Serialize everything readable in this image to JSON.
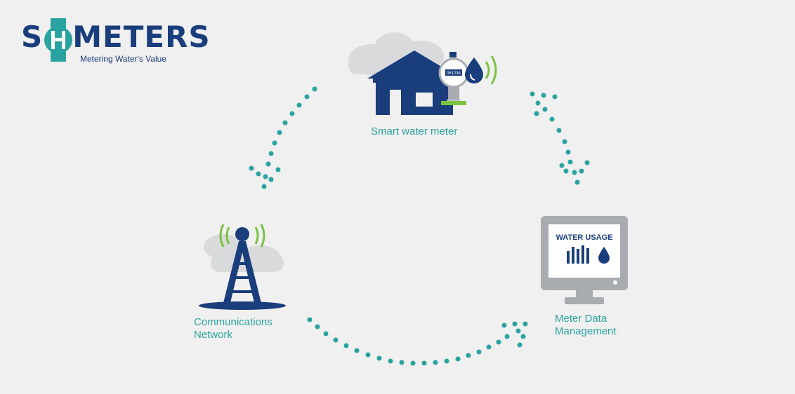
{
  "logo": {
    "letter_s": "S",
    "letter_h": "H",
    "brand_rest": "METERS",
    "tagline": "Metering Water's Value"
  },
  "nodes": {
    "meter": {
      "label": "Smart water meter",
      "meter_reading": "061234"
    },
    "mdm": {
      "label_line1": "Meter Data",
      "label_line2": "Management",
      "screen_title": "WATER USAGE"
    },
    "network": {
      "label_line1": "Communications",
      "label_line2": "Network"
    }
  },
  "colors": {
    "navy": "#1a3d7c",
    "teal": "#2aa3a0",
    "green": "#7cc242",
    "gray_monitor": "#a8abb0",
    "cloud": "#d9dadc",
    "background": "#f0f0f0"
  }
}
